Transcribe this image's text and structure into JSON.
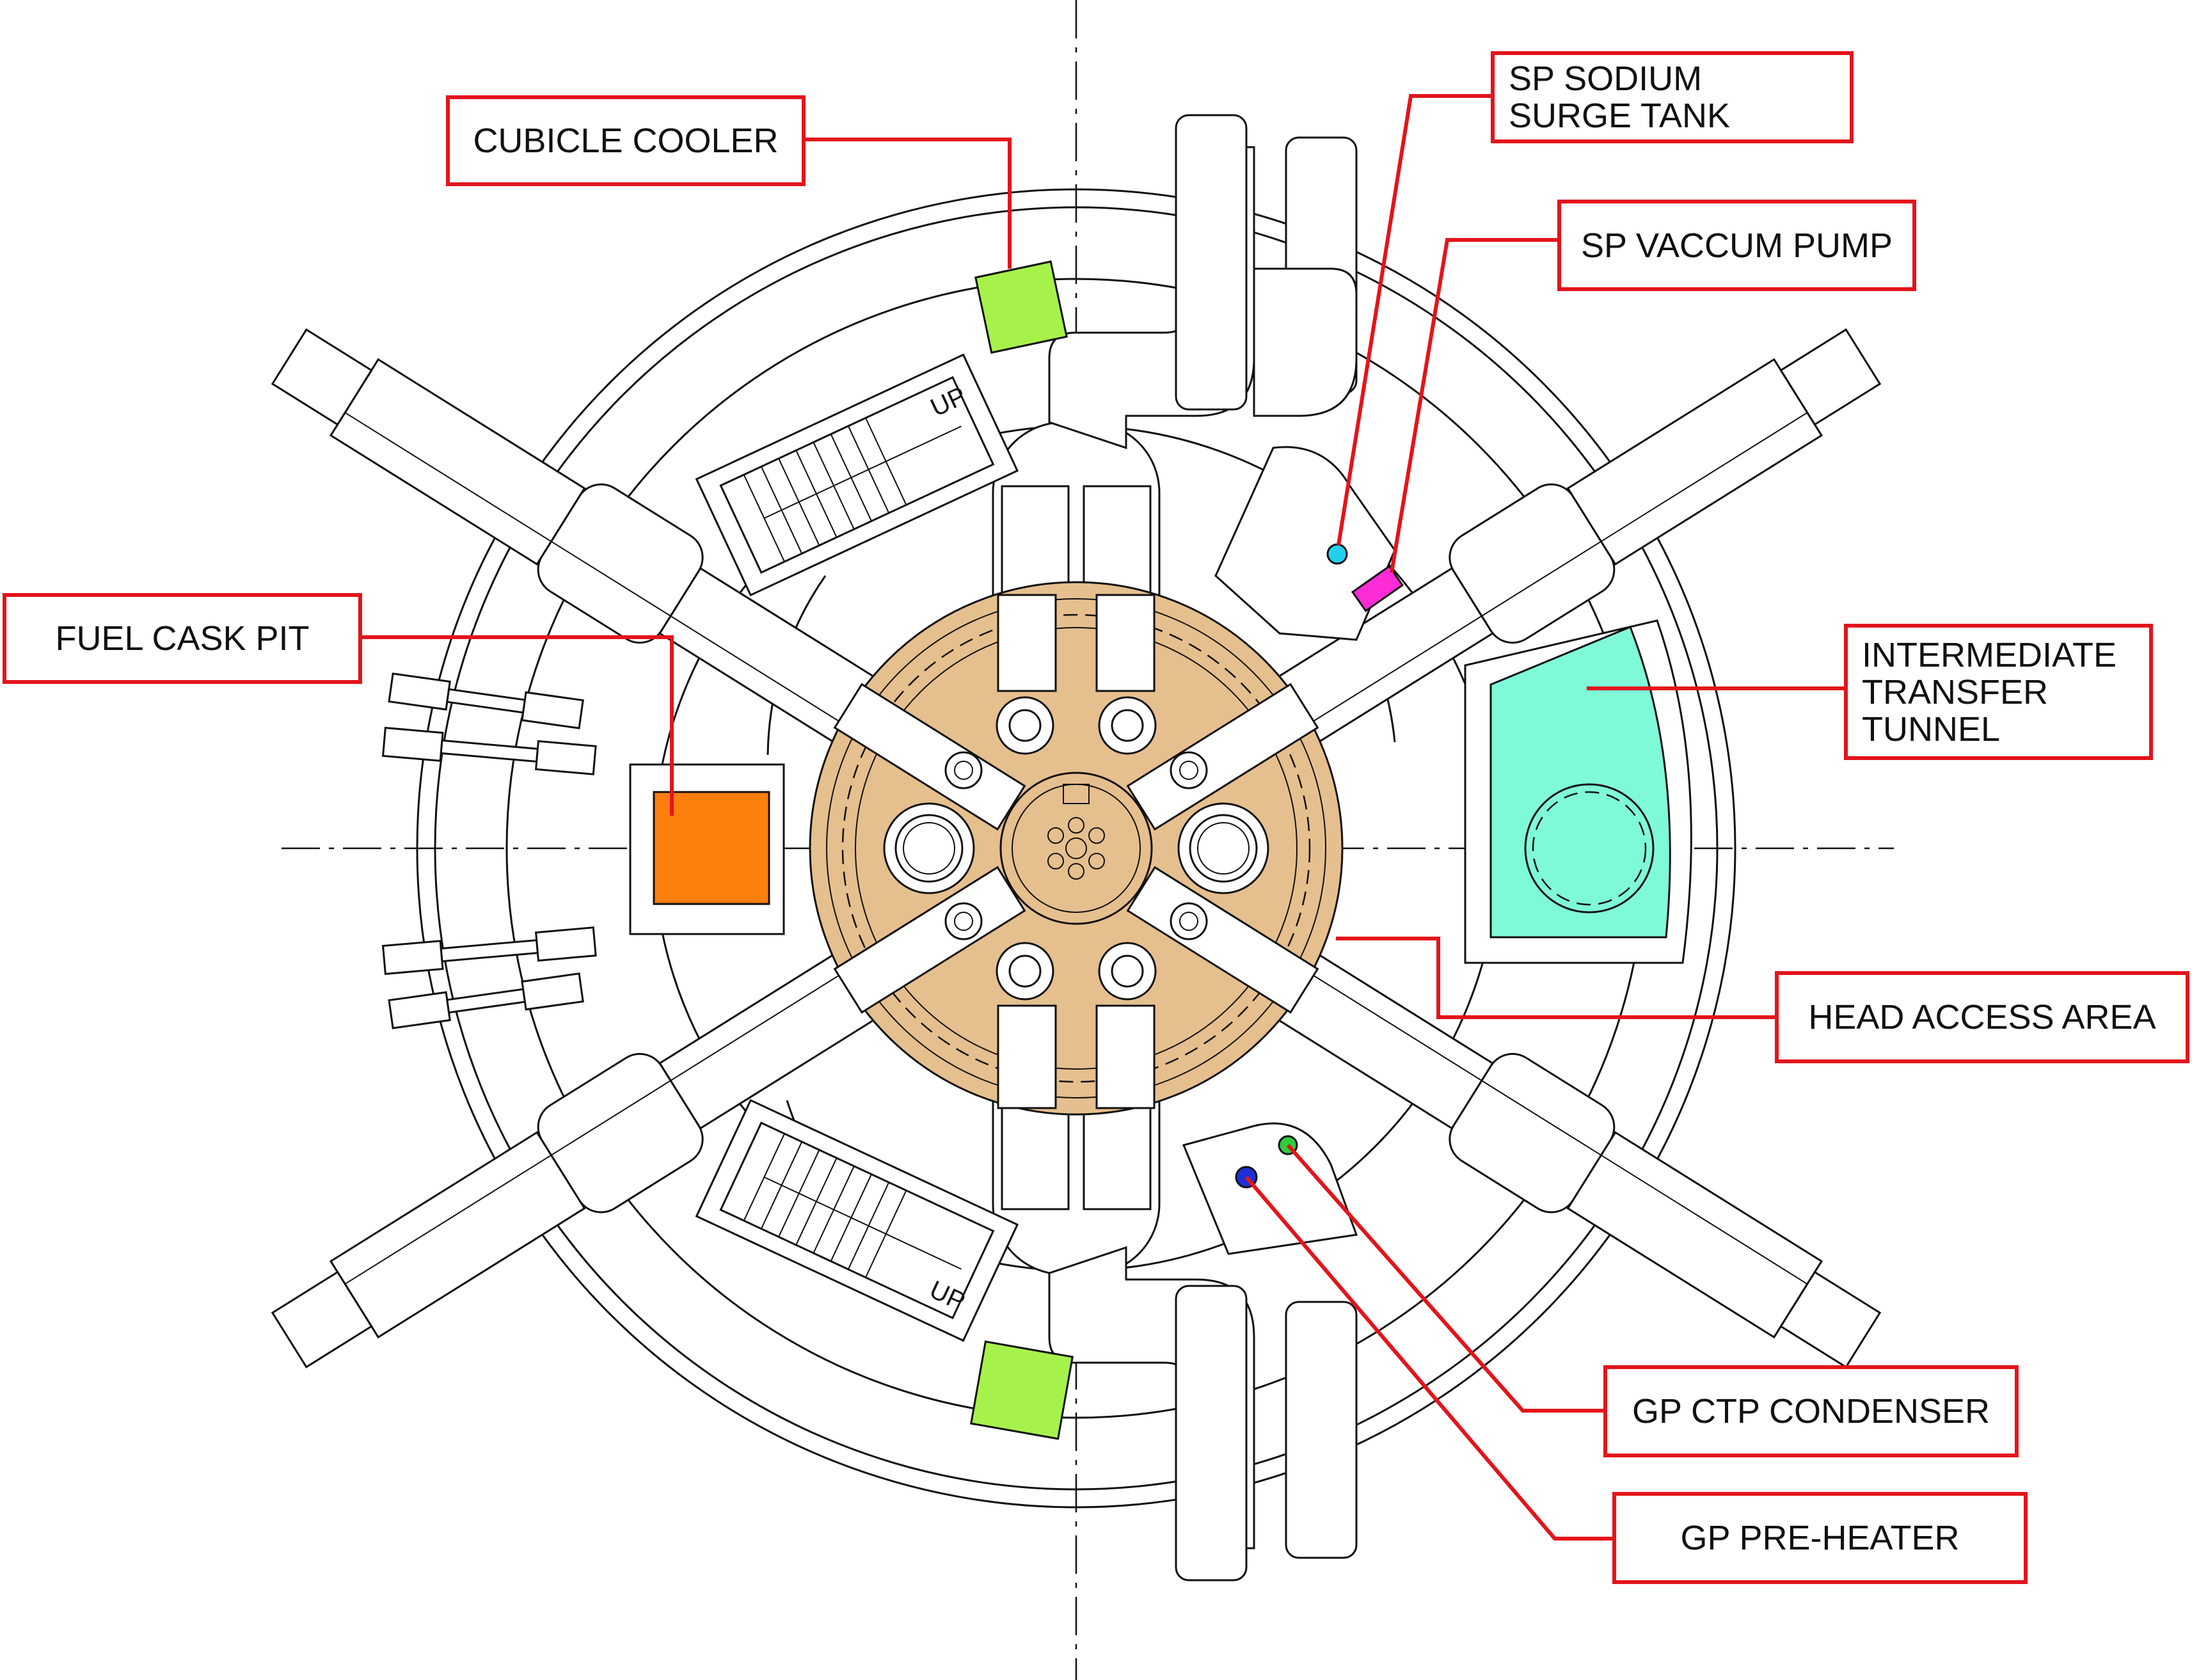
{
  "labels": {
    "cubicle_cooler": "CUBICLE COOLER",
    "sp_sodium_surge_tank": "SP SODIUM\nSURGE TANK",
    "sp_vaccum_pump": "SP VACCUM PUMP",
    "fuel_cask_pit": "FUEL CASK PIT",
    "intermediate_transfer_tunnel": "INTERMEDIATE\nTRANSFER\nTUNNEL",
    "head_access_area": "HEAD ACCESS AREA",
    "gp_ctp_condenser": "GP CTP CONDENSER",
    "gp_pre_heater": "GP PRE-HEATER"
  },
  "stair_labels": {
    "upper": "UP",
    "lower": "UP"
  },
  "colors": {
    "leader_red": "#e3141b",
    "head_access_area": "#e6bf8e",
    "cubicle_cooler": "#a6f24a",
    "fuel_cask_pit": "#ff7f0e",
    "intermediate_transfer_tunnel": "#7ffad9",
    "sp_vaccum_pump": "#ff2bd6",
    "sp_sodium_surge_tank": "#22d0ee",
    "gp_ctp_condenser": "#2ecc40",
    "gp_pre_heater": "#1f2fd6"
  }
}
